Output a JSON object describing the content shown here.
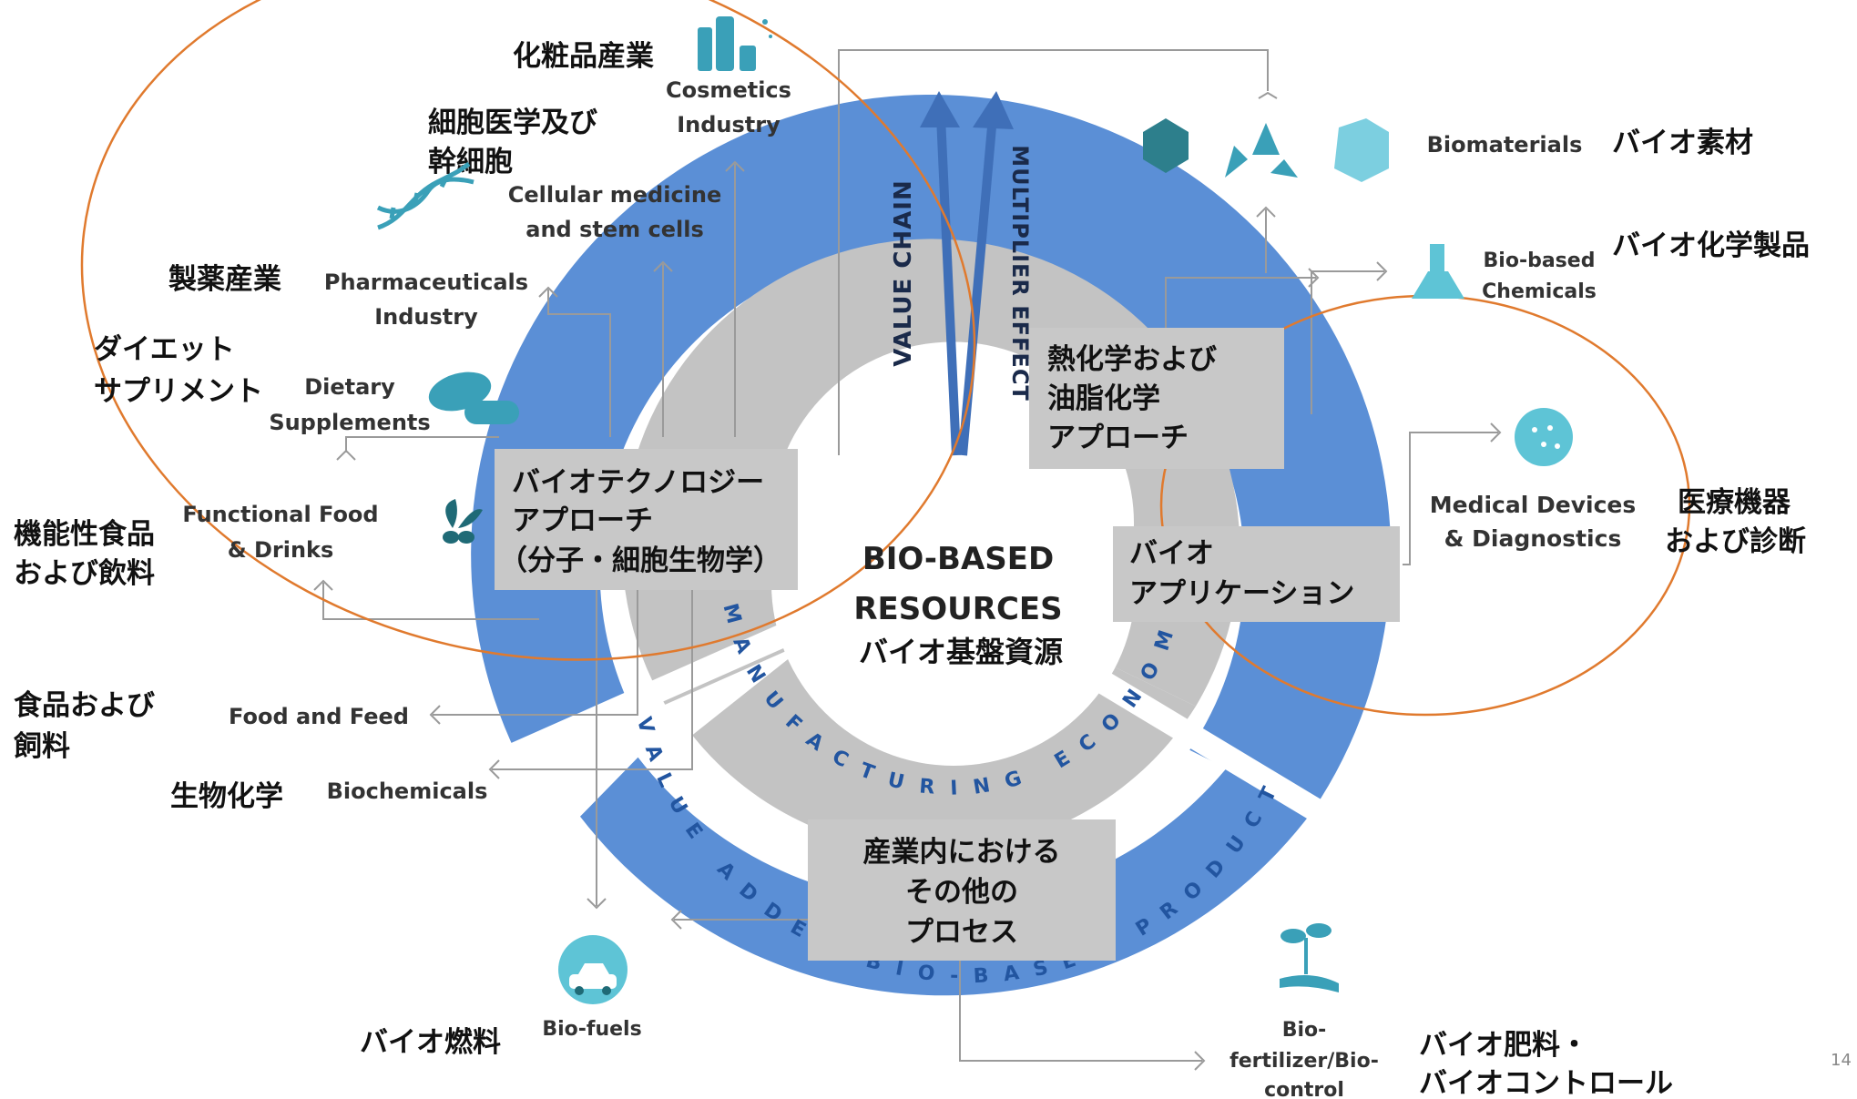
{
  "center": {
    "title_en_line1": "BIO-BASED",
    "title_en_line2": "RESOURCES",
    "title_jp": "バイオ基盤資源"
  },
  "ring_labels": {
    "value_chain": "VALUE CHAIN",
    "multiplier_effect": "MULTIPLIER EFFECT",
    "manufacturing_economics": "MANUFACTURING ECONOMICS",
    "value_added_products": "VALUE ADDED BIO-BASED PRODUCTS"
  },
  "approach_boxes": {
    "biotech": [
      "バイオテクノロジー",
      "アプローチ",
      "（分子・細胞生物学）"
    ],
    "thermo": [
      "熱化学および",
      "油脂化学",
      "アプローチ"
    ],
    "bioapp": [
      "バイオ",
      "アプリケーション"
    ],
    "other_process": [
      "産業内における",
      "その他の",
      "プロセス"
    ]
  },
  "sectors": {
    "cosmetics": {
      "jp": "化粧品産業",
      "en": [
        "Cosmetics",
        "Industry"
      ],
      "icon": "cosmetics-bottles-icon"
    },
    "cellular": {
      "jp": [
        "細胞医学及び",
        "幹細胞"
      ],
      "en": [
        "Cellular medicine",
        "and stem cells"
      ],
      "icon": "dna-helix-icon"
    },
    "pharma": {
      "jp": "製薬産業",
      "en": [
        "Pharmaceuticals",
        "Industry"
      ]
    },
    "dietary": {
      "jp": [
        "ダイエット",
        "サプリメント"
      ],
      "en": [
        "Dietary",
        "Supplements"
      ],
      "icon": "capsule-leaf-icon"
    },
    "functional_food": {
      "jp": [
        "機能性食品",
        "および飲料"
      ],
      "en": [
        "Functional Food",
        "& Drinks"
      ],
      "icon": "sprout-icon"
    },
    "food_feed": {
      "jp": [
        "食品および",
        "飼料"
      ],
      "en": "Food and Feed"
    },
    "biochemicals": {
      "jp": "生物化学",
      "en": "Biochemicals"
    },
    "biofuels": {
      "jp": "バイオ燃料",
      "en": "Bio-fuels",
      "icon": "electric-car-icon"
    },
    "biofertilizer": {
      "jp": [
        "バイオ肥料・",
        "バイオコントロール"
      ],
      "en": [
        "Bio-",
        "fertilizer/Bio-",
        "control"
      ],
      "icon": "plant-in-hand-icon"
    },
    "biomaterials": {
      "jp": "バイオ素材",
      "en": "Biomaterials",
      "icon": "biomaterials-icons"
    },
    "biobased_chemicals": {
      "jp": "バイオ化学製品",
      "en": [
        "Bio-based",
        "Chemicals"
      ],
      "icon": "flask-icon"
    },
    "medical": {
      "jp": [
        "医療機器",
        "および診断"
      ],
      "en": [
        "Medical Devices",
        "& Diagnostics"
      ],
      "icon": "virus-icon"
    }
  },
  "page_number": "14",
  "colors": {
    "outer_ring": "#5b8fd6",
    "inner_ring": "#c3c3c3",
    "arrow": "#3f6fb8",
    "ellipse": "#e07a2e",
    "box": "#c8c8c8",
    "icon": "#3aa0b8"
  }
}
